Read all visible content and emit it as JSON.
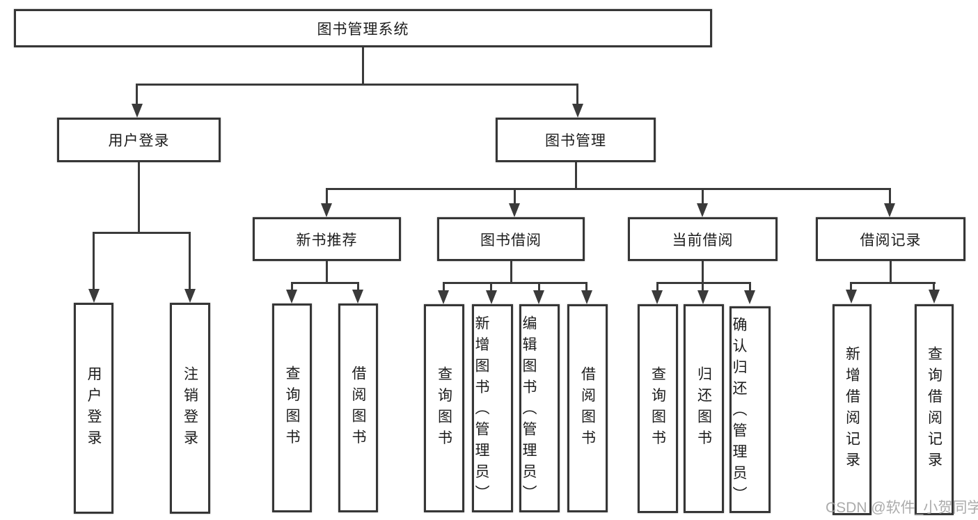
{
  "tree": {
    "root": {
      "label": "图书管理系统"
    },
    "branches": [
      {
        "label": "用户登录",
        "children": [
          {
            "label": "用户登录"
          },
          {
            "label": "注销登录"
          }
        ]
      },
      {
        "label": "图书管理",
        "children": [
          {
            "label": "新书推荐",
            "children": [
              {
                "label": "查询图书"
              },
              {
                "label": "借阅图书"
              }
            ]
          },
          {
            "label": "图书借阅",
            "children": [
              {
                "label": "查询图书"
              },
              {
                "label": "新增图书（管理员）"
              },
              {
                "label": "编辑图书（管理员）"
              },
              {
                "label": "借阅图书"
              }
            ]
          },
          {
            "label": "当前借阅",
            "children": [
              {
                "label": "查询图书"
              },
              {
                "label": "归还图书"
              },
              {
                "label": "确认归还（管理员）"
              }
            ]
          },
          {
            "label": "借阅记录",
            "children": [
              {
                "label": "新增借阅记录"
              },
              {
                "label": "查询借阅记录"
              }
            ]
          }
        ]
      }
    ]
  },
  "watermark": "CSDN @软件_小贺同学",
  "colors": {
    "line": "#3a3a3a",
    "box_border": "#363636",
    "box_fill": "#ffffff",
    "text": "#1c1c1c",
    "watermark": "#a3a3a3",
    "background": "#ffffff"
  }
}
